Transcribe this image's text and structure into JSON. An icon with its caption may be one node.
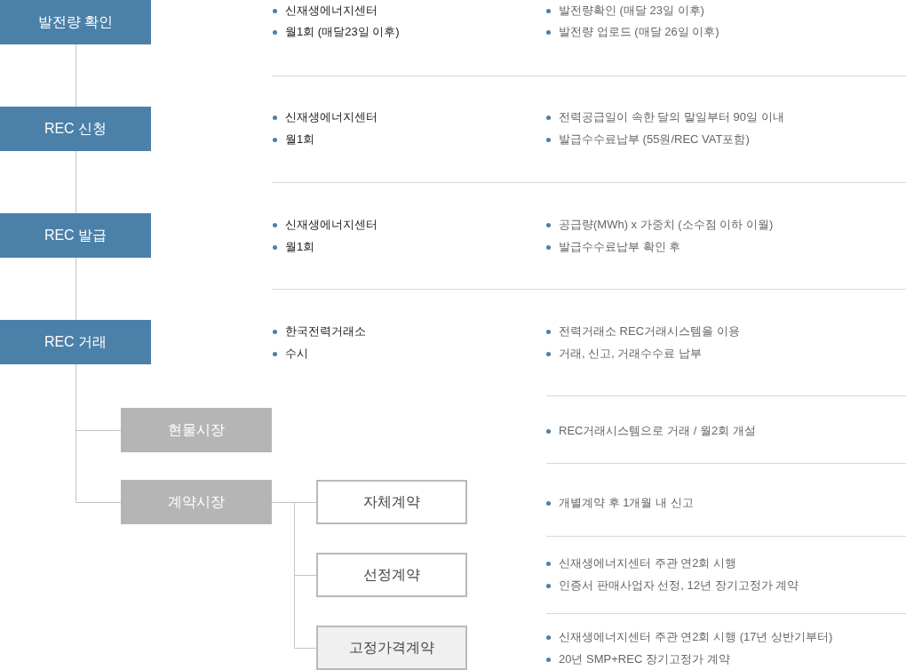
{
  "diagram": {
    "nodes": [
      {
        "text": [
          "발전량 확인"
        ]
      },
      {
        "text": [
          "REC 신청"
        ]
      },
      {
        "text": [
          "REC 발급"
        ]
      },
      {
        "text": [
          "REC 거래"
        ]
      },
      {
        "text": [
          "현물시장"
        ]
      },
      {
        "text": [
          "계약시장"
        ]
      },
      {
        "text": [
          "자체계약"
        ]
      },
      {
        "text": [
          "선정계약"
        ]
      },
      {
        "text": [
          "고정가격계약"
        ]
      }
    ],
    "edges": [
      {
        "from": 0,
        "to": 1,
        "arrow": "none"
      },
      {
        "from": 1,
        "to": 2,
        "arrow": "none"
      },
      {
        "from": 2,
        "to": 3,
        "arrow": "none"
      },
      {
        "from": 3,
        "to": 4,
        "arrow": "none"
      },
      {
        "from": 3,
        "to": 5,
        "arrow": "none"
      },
      {
        "from": 5,
        "to": 6,
        "arrow": "none"
      },
      {
        "from": 5,
        "to": 7,
        "arrow": "none"
      },
      {
        "from": 5,
        "to": 8,
        "arrow": "none"
      }
    ],
    "labels": [
      "신재생에너지센터",
      "월1회 (매달23일 이후)",
      "발전량확인 (매달 23일 이후)",
      "발전량 업로드 (매달 26일 이후)",
      "신재생에너지센터",
      "월1회",
      "전력공급일이 속한 달의 말일부터 90일 이내",
      "발급수수료납부 (55원/REC VAT포함)",
      "신재생에너지센터",
      "월1회",
      "공급량(MWh) x 가중치 (소수점 이하 이월)",
      "발급수수료납부 확인 후",
      "한국전력거래소",
      "수시",
      "전력거래소 REC거래시스템을 이용",
      "거래, 신고, 거래수수료 납부",
      "REC거래시스템으로 거래 / 월2회 개설",
      "개별계약 후 1개월 내 신고",
      "신재생에너지센터 주관 연2회 시행",
      "인증서 판매사업자 선정, 12년 장기고정가 계약",
      "신재생에너지센터 주관 연2회 시행 (17년 상반기부터)",
      "20년 SMP+REC 장기고정가 계약"
    ]
  }
}
